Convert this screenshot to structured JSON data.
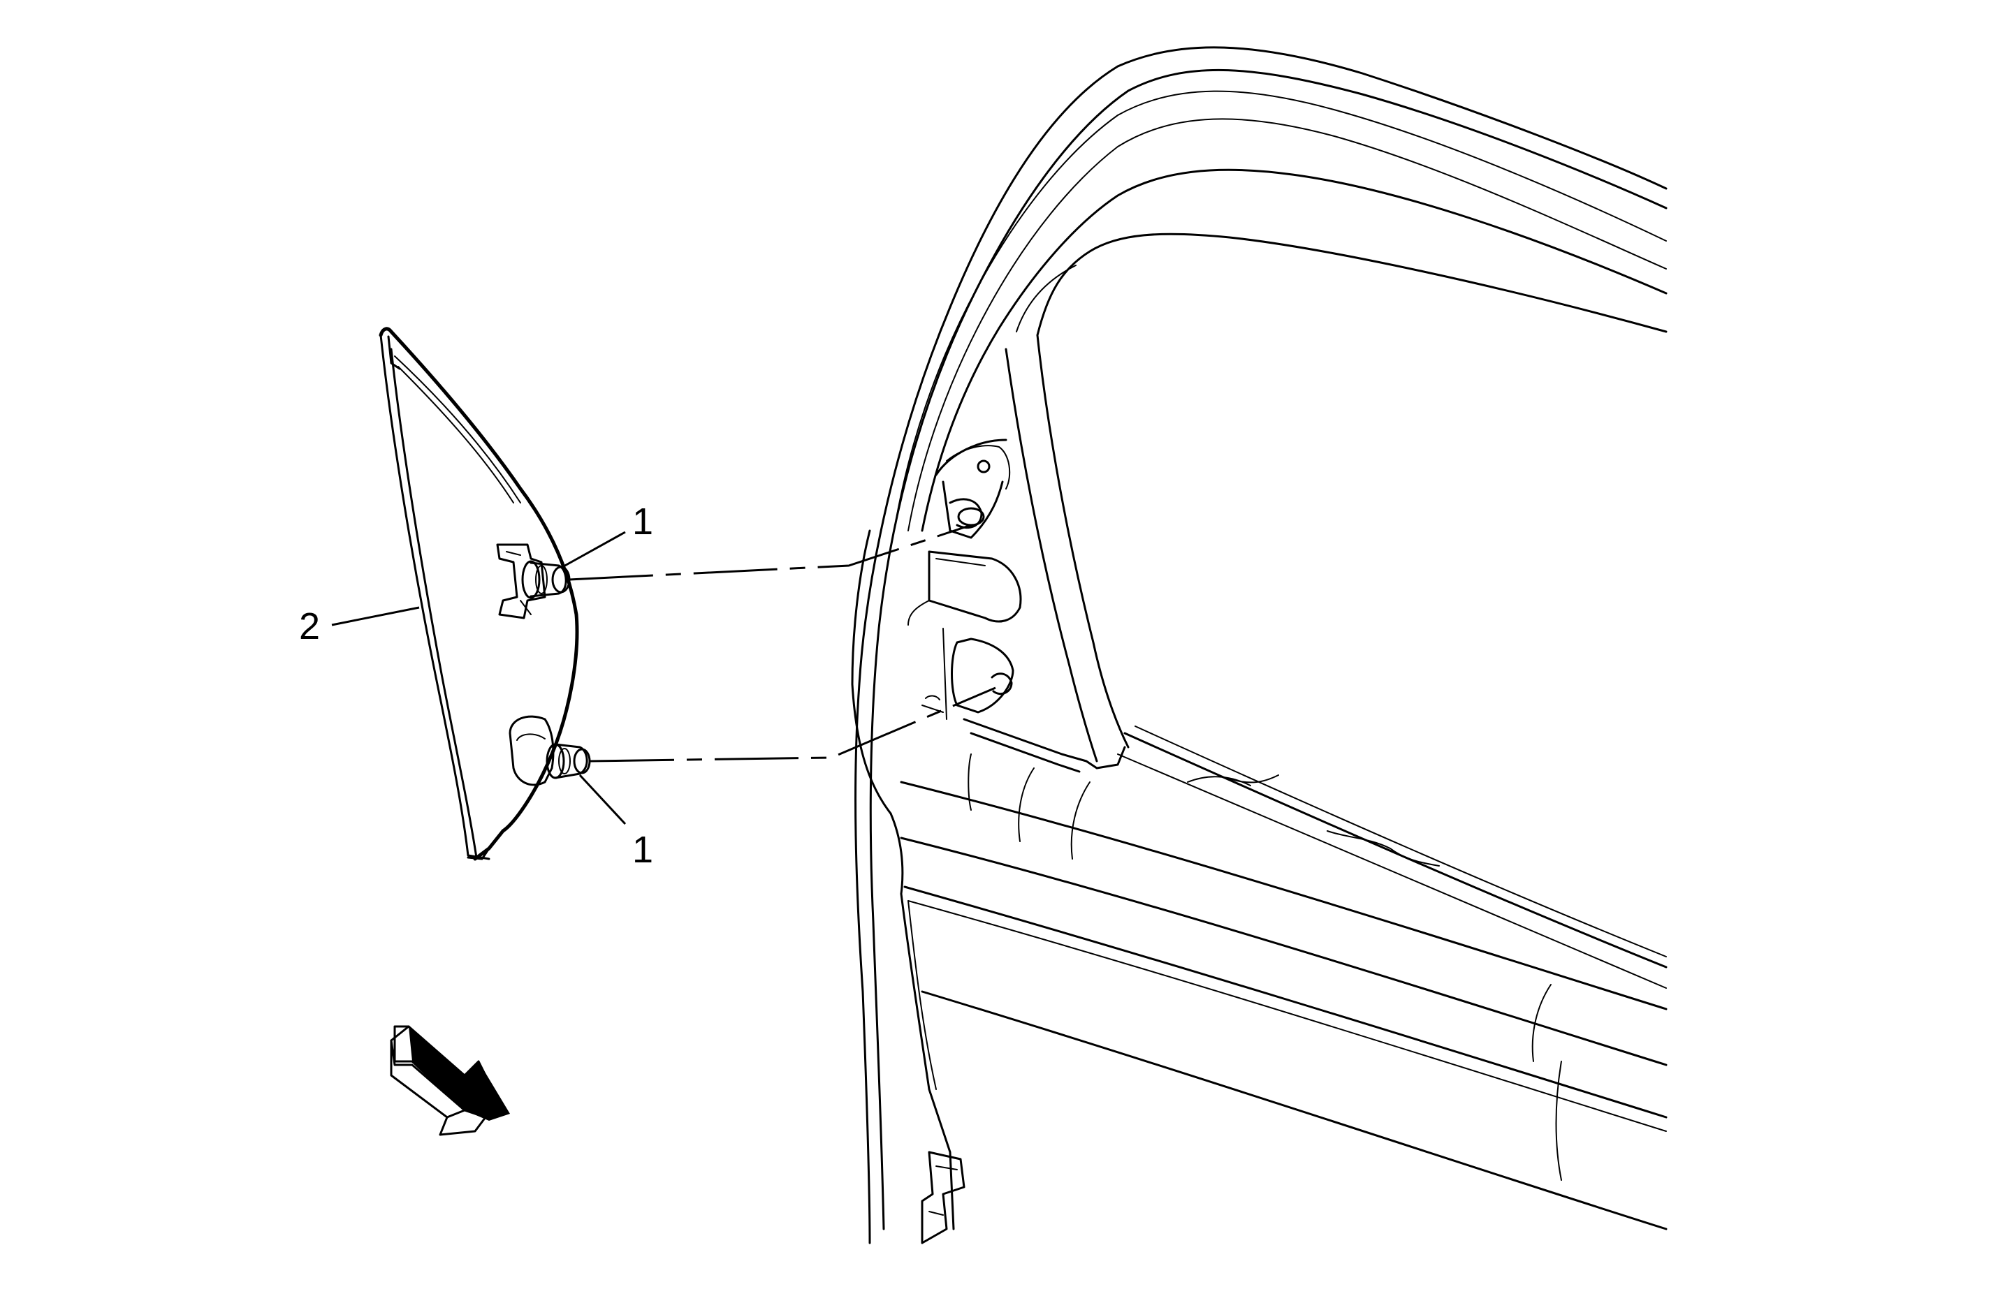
{
  "callouts": {
    "fastener_upper": "1",
    "fastener_lower": "1",
    "trim_panel": "2"
  },
  "icons": {
    "direction_arrow": "forward-direction-arrow-icon"
  },
  "colors": {
    "line": "#000000",
    "background": "#ffffff"
  }
}
